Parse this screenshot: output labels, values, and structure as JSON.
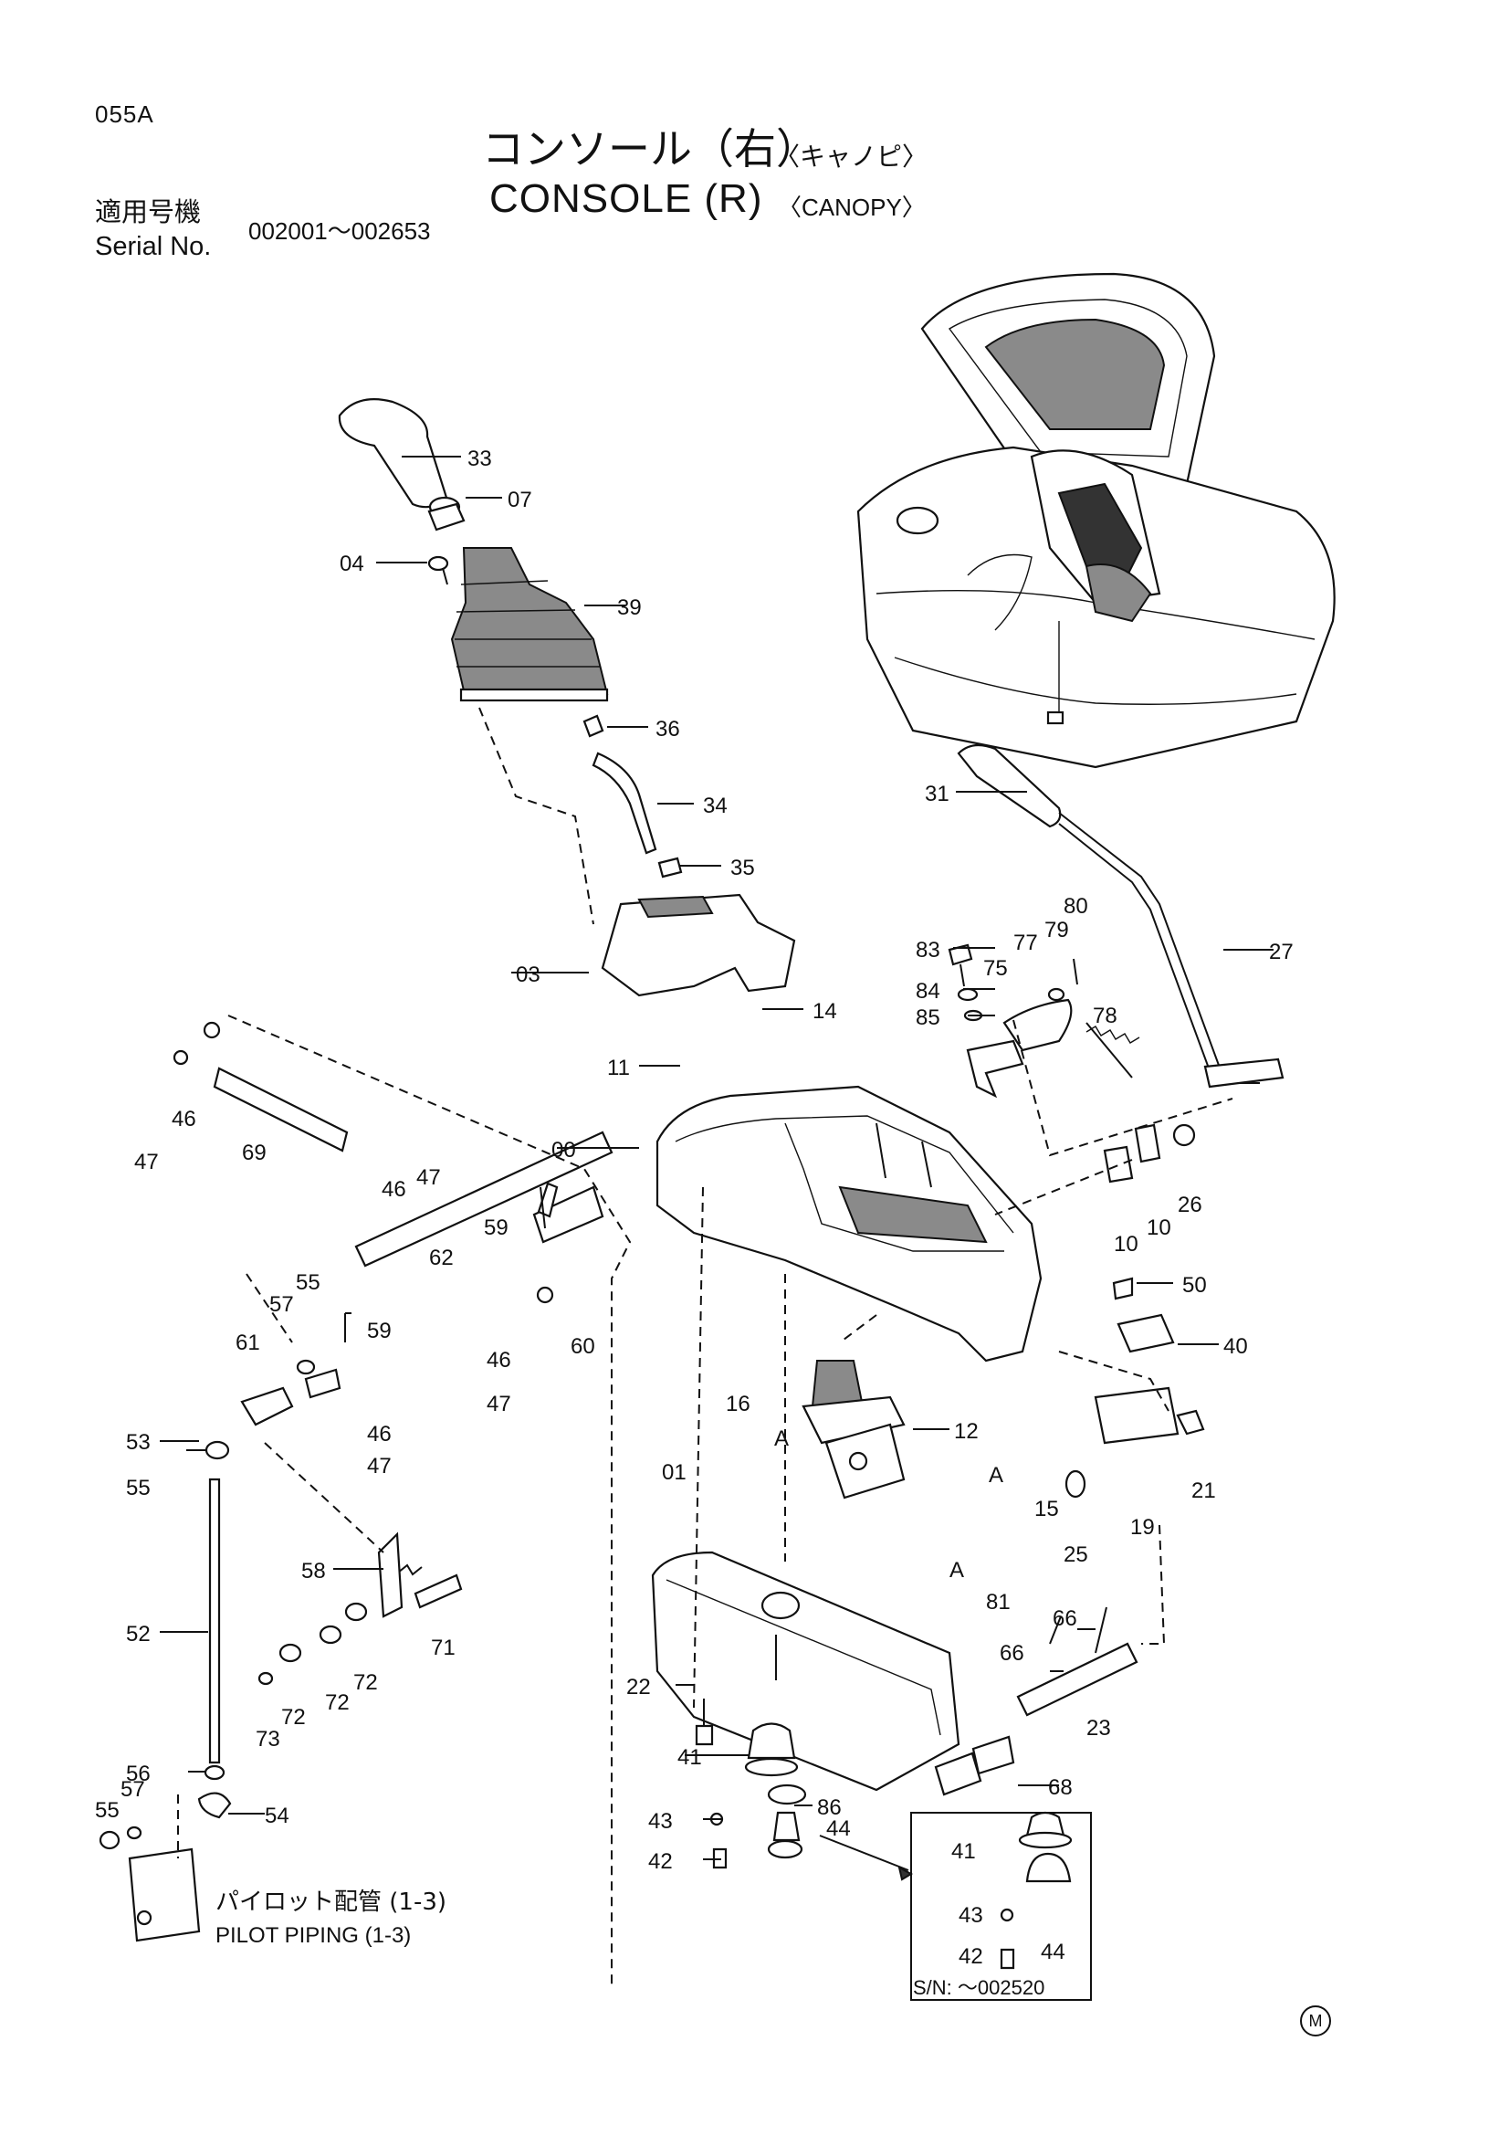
{
  "header": {
    "page_code": "055A",
    "title_ja": "コンソール（右）",
    "title_ja_sub": "〈キャノピ〉",
    "title_en": "CONSOLE (R)",
    "title_en_sub": "〈CANOPY〉",
    "serial_label_ja": "適用号機",
    "serial_label_en": "Serial No.",
    "serial_range": "002001～002653"
  },
  "notes": {
    "pilot_piping_ja": "パイロット配管 (1-3)",
    "pilot_piping_en": "PILOT PIPING (1-3)",
    "inset_serial": "S/N: ～002520",
    "corner_mark": "M"
  },
  "part_labels": {
    "p33": "33",
    "p07": "07",
    "p04": "04",
    "p39": "39",
    "p36": "36",
    "p34": "34",
    "p31": "31",
    "p35": "35",
    "p03": "03",
    "p83": "83",
    "p80": "80",
    "p77": "77",
    "p79": "79",
    "p27": "27",
    "p84": "84",
    "p75": "75",
    "p85": "85",
    "p78": "78",
    "p14": "14",
    "p11": "11",
    "p46a": "46",
    "p47a": "47",
    "p69": "69",
    "p46b": "46",
    "p47b": "47",
    "p00": "00",
    "p26": "26",
    "p10a": "10",
    "p10b": "10",
    "p59a": "59",
    "p62": "62",
    "p55a": "55",
    "p57a": "57",
    "p59b": "59",
    "p46c": "46",
    "p60": "60",
    "p61": "61",
    "p47c": "47",
    "p50": "50",
    "p40": "40",
    "p53": "53",
    "p46d": "46",
    "p47d": "47",
    "p16": "16",
    "pA1": "A",
    "p12": "12",
    "p01": "01",
    "pA2": "A",
    "p15": "15",
    "p21": "21",
    "p19": "19",
    "p55b": "55",
    "p25": "25",
    "pA3": "A",
    "p81": "81",
    "p58": "58",
    "p52": "52",
    "p71": "71",
    "p72a": "72",
    "p72b": "72",
    "p72c": "72",
    "p73": "73",
    "p66a": "66",
    "p66b": "66",
    "p22": "22",
    "p23": "23",
    "p41a": "41",
    "p56": "56",
    "p57b": "57",
    "p54": "54",
    "p55c": "55",
    "p86": "86",
    "p43a": "43",
    "p44a": "44",
    "p68": "68",
    "p42a": "42",
    "p41b": "41",
    "p43b": "43",
    "p44b": "44",
    "p42b": "42"
  }
}
